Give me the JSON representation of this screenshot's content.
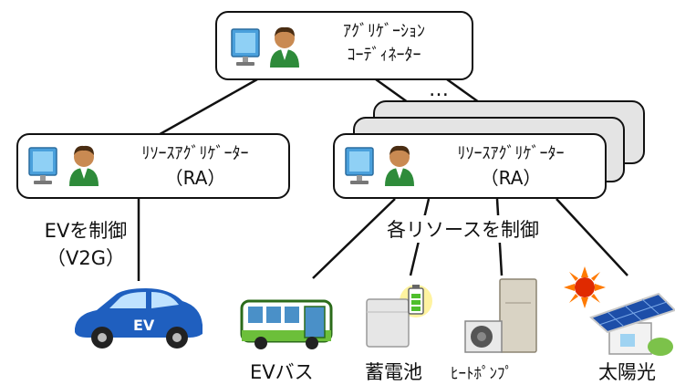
{
  "top_node": {
    "line1": "ｱｸﾞﾘｹﾞｰｼｮﾝ",
    "line2": "ｺｰﾃﾞｨﾈｰﾀｰ",
    "icons": [
      "monitor-icon",
      "person-icon"
    ]
  },
  "ellipsis": "…",
  "ra_left": {
    "line1": "ﾘｿｰｽｱｸﾞﾘｹﾞｰﾀｰ",
    "line2": "（RA）",
    "icons": [
      "monitor-icon",
      "person-icon"
    ]
  },
  "ra_right": {
    "line1": "ﾘｿｰｽｱｸﾞﾘｹﾞｰﾀｰ",
    "line2": "（RA）",
    "icons": [
      "monitor-icon",
      "person-icon"
    ]
  },
  "ev_control": {
    "line1": "EVを制御",
    "line2": "（V2G）"
  },
  "each_control": "各リソースを制御",
  "resources": [
    {
      "label": "EVバス",
      "icon": "bus-icon"
    },
    {
      "label": "蓄電池",
      "icon": "storage-battery-icon"
    },
    {
      "label": "ﾋｰﾄﾎﾟﾝﾌﾟ",
      "icon": "heat-pump-icon"
    },
    {
      "label": "太陽光",
      "icon": "solar-panel-icon"
    }
  ],
  "ev_car": {
    "badge": "EV",
    "icon": "ev-car-icon"
  },
  "colors": {
    "monitor_blue": "#4aa0dc",
    "person_green": "#2e8b3a",
    "ev_blue": "#1f5fbf",
    "bus_green": "#6cbf3a",
    "sun_orange": "#ff7a00",
    "solar_blue": "#1d4ea8"
  }
}
